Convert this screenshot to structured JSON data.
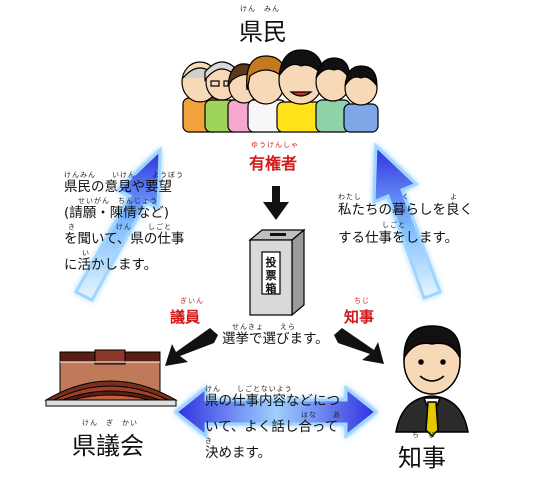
{
  "kenmin": {
    "label": "県民",
    "ruby": "けん　みん"
  },
  "yukensha": {
    "label": "有権者",
    "ruby": "ゆうけんしゃ"
  },
  "left_text": {
    "ruby1": "けんみん　　いけん　　ようぼう",
    "line1": "県民の意見や要望",
    "ruby2": "せいがん　ちんじょう",
    "line2": "(請願・陳情など)",
    "ruby3": "き　　　　　けん　　しごと",
    "line3": "を聞いて、県の仕事",
    "ruby4": "い",
    "line4": "に活かします。"
  },
  "right_text": {
    "ruby1": "わたし　　　　　く　　　　　よ",
    "line1": "私たちの暮らしを良く",
    "ruby2": "しごと",
    "line2": "する仕事をします。"
  },
  "ballot_box": {
    "label": "投票箱"
  },
  "giin": {
    "label": "議員",
    "ruby": "ぎいん"
  },
  "chiji_small": {
    "label": "知事",
    "ruby": "ちじ"
  },
  "senkyo": {
    "label": "選挙で選びます。",
    "ruby": "せんきょ　　えら"
  },
  "kengikai": {
    "label": "県議会",
    "ruby": "けん　ぎ　かい"
  },
  "chiji": {
    "label": "知事",
    "ruby": "ち　じ"
  },
  "bottom_text": {
    "ruby1": "けん　　しごとないよう",
    "line1": "県の仕事内容などにつ",
    "ruby2": "はな　　あ",
    "line2": "いて、よく話し合って",
    "ruby3": "き",
    "line3": "決めます。"
  },
  "colors": {
    "arrow_blue": "#2f2fe0",
    "arrow_glow": "#9fd6ff",
    "red": "#d41a1a",
    "shirt_yellow": "#ffe21a",
    "tie_yellow": "#e6c800"
  }
}
